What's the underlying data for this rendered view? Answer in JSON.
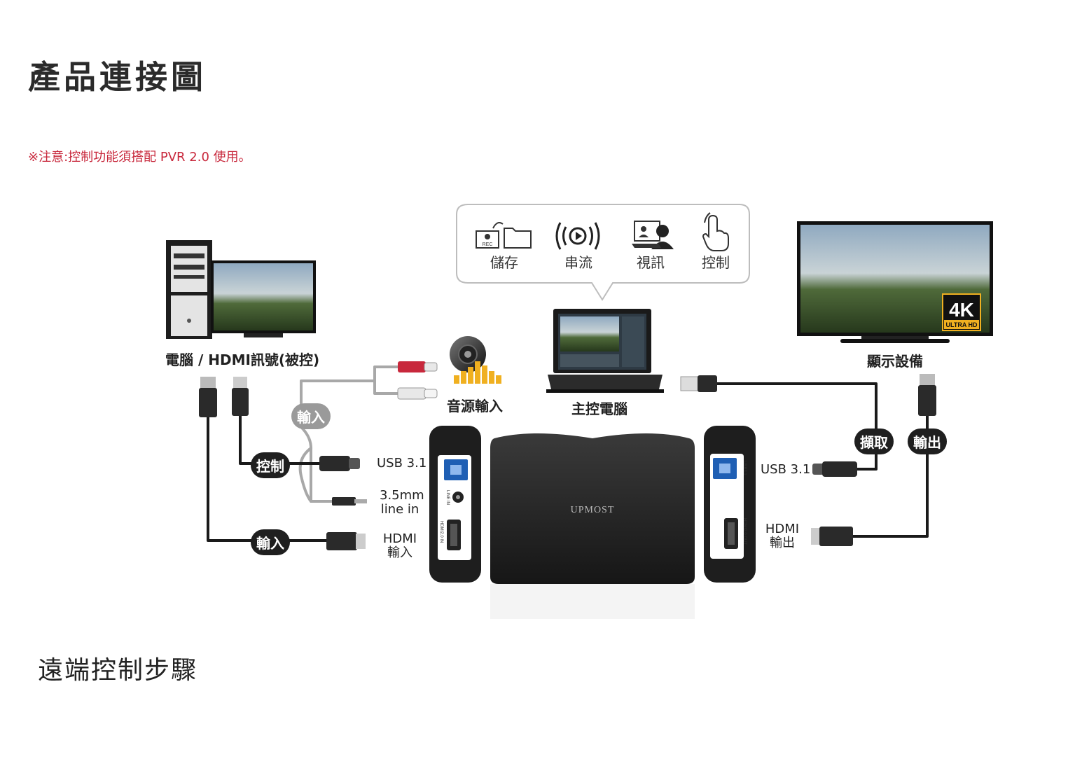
{
  "page_title": "產品連接圖",
  "note": "※注意:控制功能須搭配 PVR 2.0 使用。",
  "section_title": "遠端控制步驟",
  "colors": {
    "note": "#c8283c",
    "cable": "#1a1a1a",
    "cable_gray": "#a8a8a8",
    "device": "#2a2a2a",
    "speaker": "#f0b020"
  },
  "diagram": {
    "source_label": "電腦 / HDMI訊號(被控)",
    "host_label": "主控電腦",
    "display_label": "顯示設備",
    "audio_label": "音源輸入",
    "badge_4k": "4K",
    "badge_ultra": "ULTRA HD",
    "brand": "UPMOST",
    "bubble": [
      {
        "icon": "rec-folder-icon",
        "label": "儲存"
      },
      {
        "icon": "stream-icon",
        "label": "串流"
      },
      {
        "icon": "video-call-icon",
        "label": "視訊"
      },
      {
        "icon": "touch-hand-icon",
        "label": "控制"
      }
    ],
    "pills": {
      "input_gray": "輸入",
      "control": "控制",
      "input": "輸入",
      "capture": "擷取",
      "output": "輸出"
    },
    "left_ports": {
      "usb": "USB 3.1",
      "line_line1": "3.5mm",
      "line_line2": "line in",
      "hdmi_line1": "HDMI",
      "hdmi_line2": "輸入"
    },
    "right_ports": {
      "usb": "USB 3.1",
      "hdmi_line1": "HDMI",
      "hdmi_line2": "輸出"
    },
    "panel_text": {
      "line_in": "LINE IN",
      "hdmi_in": "HDMI2.0 IN",
      "hdmi_out": "HDMI2.0 OUT",
      "usb": "USB3.1"
    },
    "rec_text": "REC"
  }
}
